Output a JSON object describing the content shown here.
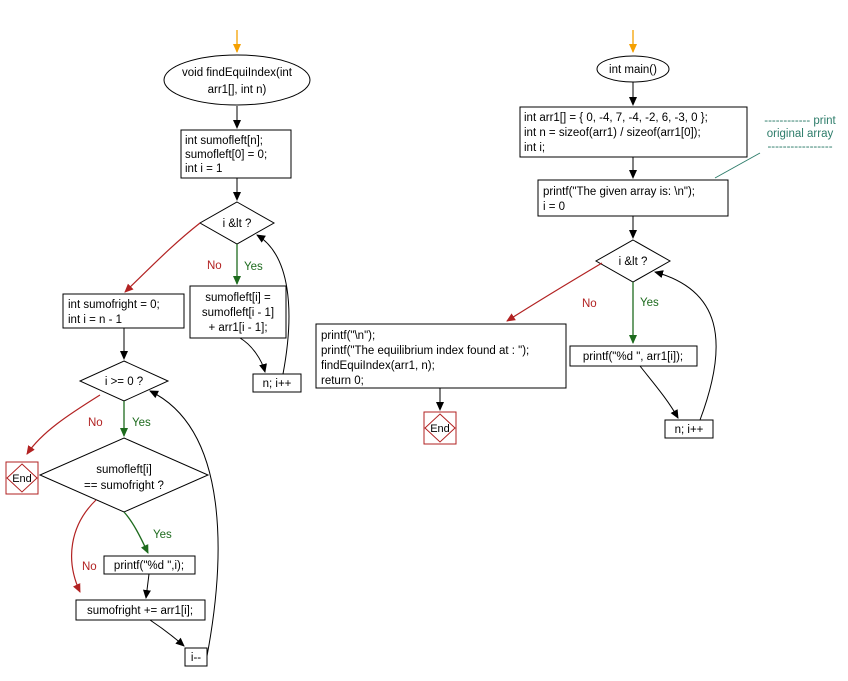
{
  "left": {
    "start": [
      "void findEquiIndex(int",
      "arr1[], int n)"
    ],
    "init": [
      "int sumofleft[n];",
      "sumofleft[0] = 0;",
      "int i = 1"
    ],
    "cond1": "i &lt ?",
    "body1": [
      "sumofleft[i] =",
      "sumofleft[i - 1]",
      "+ arr1[i - 1];"
    ],
    "inc1": "n; i++",
    "init2": [
      "int sumofright = 0;",
      "int i = n - 1"
    ],
    "cond2": "i >= 0 ?",
    "cond3": [
      "sumofleft[i]",
      "== sumofright ?"
    ],
    "print": "printf(\"%d  \",i);",
    "update": "sumofright += arr1[i];",
    "dec": "i--",
    "end": "End"
  },
  "right": {
    "start": "int main()",
    "init": [
      "int arr1[] = { 0, -4, 7, -4, -2, 6, -3, 0 };",
      "int n = sizeof(arr1) / sizeof(arr1[0]);",
      "int i;"
    ],
    "comment": [
      "------------ print",
      "original array",
      "-----------------"
    ],
    "print_given": [
      "printf(\"The given array is:  \\n\");",
      "i = 0"
    ],
    "cond": "i &lt ?",
    "loop_print": "printf(\"%d  \", arr1[i]);",
    "inc": "n; i++",
    "final": [
      "printf(\"\\n\");",
      "printf(\"The equilibrium index found at : \");",
      "findEquiIndex(arr1, n);",
      "return 0;"
    ],
    "end": "End"
  },
  "labels": {
    "yes": "Yes",
    "no": "No"
  },
  "colors": {
    "start_arrow": "#f5a000",
    "yes": "#1e6b1e",
    "no": "#b22222",
    "end": "#b22222",
    "comment": "#2e7d6b",
    "line": "#000000"
  }
}
